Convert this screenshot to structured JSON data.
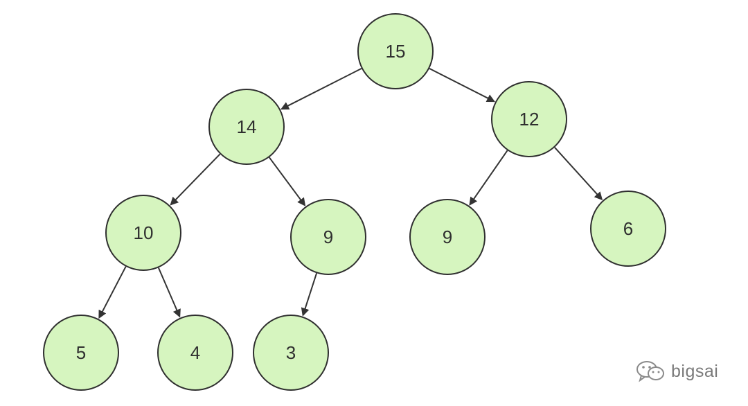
{
  "diagram": {
    "nodes": [
      {
        "id": "n15",
        "label": "15"
      },
      {
        "id": "n14",
        "label": "14"
      },
      {
        "id": "n12",
        "label": "12"
      },
      {
        "id": "n10",
        "label": "10"
      },
      {
        "id": "n9a",
        "label": "9"
      },
      {
        "id": "n9b",
        "label": "9"
      },
      {
        "id": "n6",
        "label": "6"
      },
      {
        "id": "n5",
        "label": "5"
      },
      {
        "id": "n4",
        "label": "4"
      },
      {
        "id": "n3",
        "label": "3"
      }
    ],
    "edges": [
      {
        "from": "n15",
        "to": "n14"
      },
      {
        "from": "n15",
        "to": "n12"
      },
      {
        "from": "n14",
        "to": "n10"
      },
      {
        "from": "n14",
        "to": "n9a"
      },
      {
        "from": "n12",
        "to": "n9b"
      },
      {
        "from": "n12",
        "to": "n6"
      },
      {
        "from": "n10",
        "to": "n5"
      },
      {
        "from": "n10",
        "to": "n4"
      },
      {
        "from": "n9a",
        "to": "n3"
      }
    ],
    "colors": {
      "node_fill": "#d6f5bf",
      "node_stroke": "#2f2f2f",
      "edge": "#333333",
      "watermark": "#7a7a7a"
    }
  },
  "watermark": {
    "icon": "wechat-icon",
    "text": "bigsai"
  }
}
